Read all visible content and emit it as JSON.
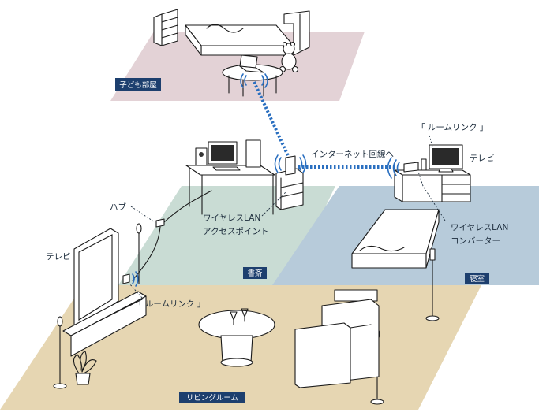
{
  "rooms": {
    "kids_room": "子ども部屋",
    "study": "書斎",
    "bedroom": "寝室",
    "living_room": "リビングルーム"
  },
  "labels": {
    "internet_line": "インターネット回線へ",
    "room_link_bedroom": "「 ルームリンク 」",
    "tv_bedroom": "テレビ",
    "hub": "ハブ",
    "access_point_line1": "ワイヤレスLAN",
    "access_point_line2": "アクセスポイント",
    "converter_line1": "ワイヤレスLAN",
    "converter_line2": "コンバーター",
    "tv_living": "テレビ",
    "room_link_living": "「 ルームリンク 」"
  },
  "colors": {
    "kids_floor": "#e3d2d6",
    "study_floor": "#c9dcd4",
    "bedroom_floor": "#b7cbda",
    "living_floor": "#e6d6b2",
    "tag_bg": "#1d3f6e",
    "wireless_link": "#2a6fc0"
  },
  "icons": [
    "bed-icon",
    "teddy-bear-icon",
    "laptop-icon",
    "desk-computer-icon",
    "access-point-icon",
    "tv-icon",
    "converter-icon",
    "sofa-icon",
    "coffee-table-icon",
    "speaker-icon",
    "plant-icon",
    "wireless-wave-icon"
  ]
}
